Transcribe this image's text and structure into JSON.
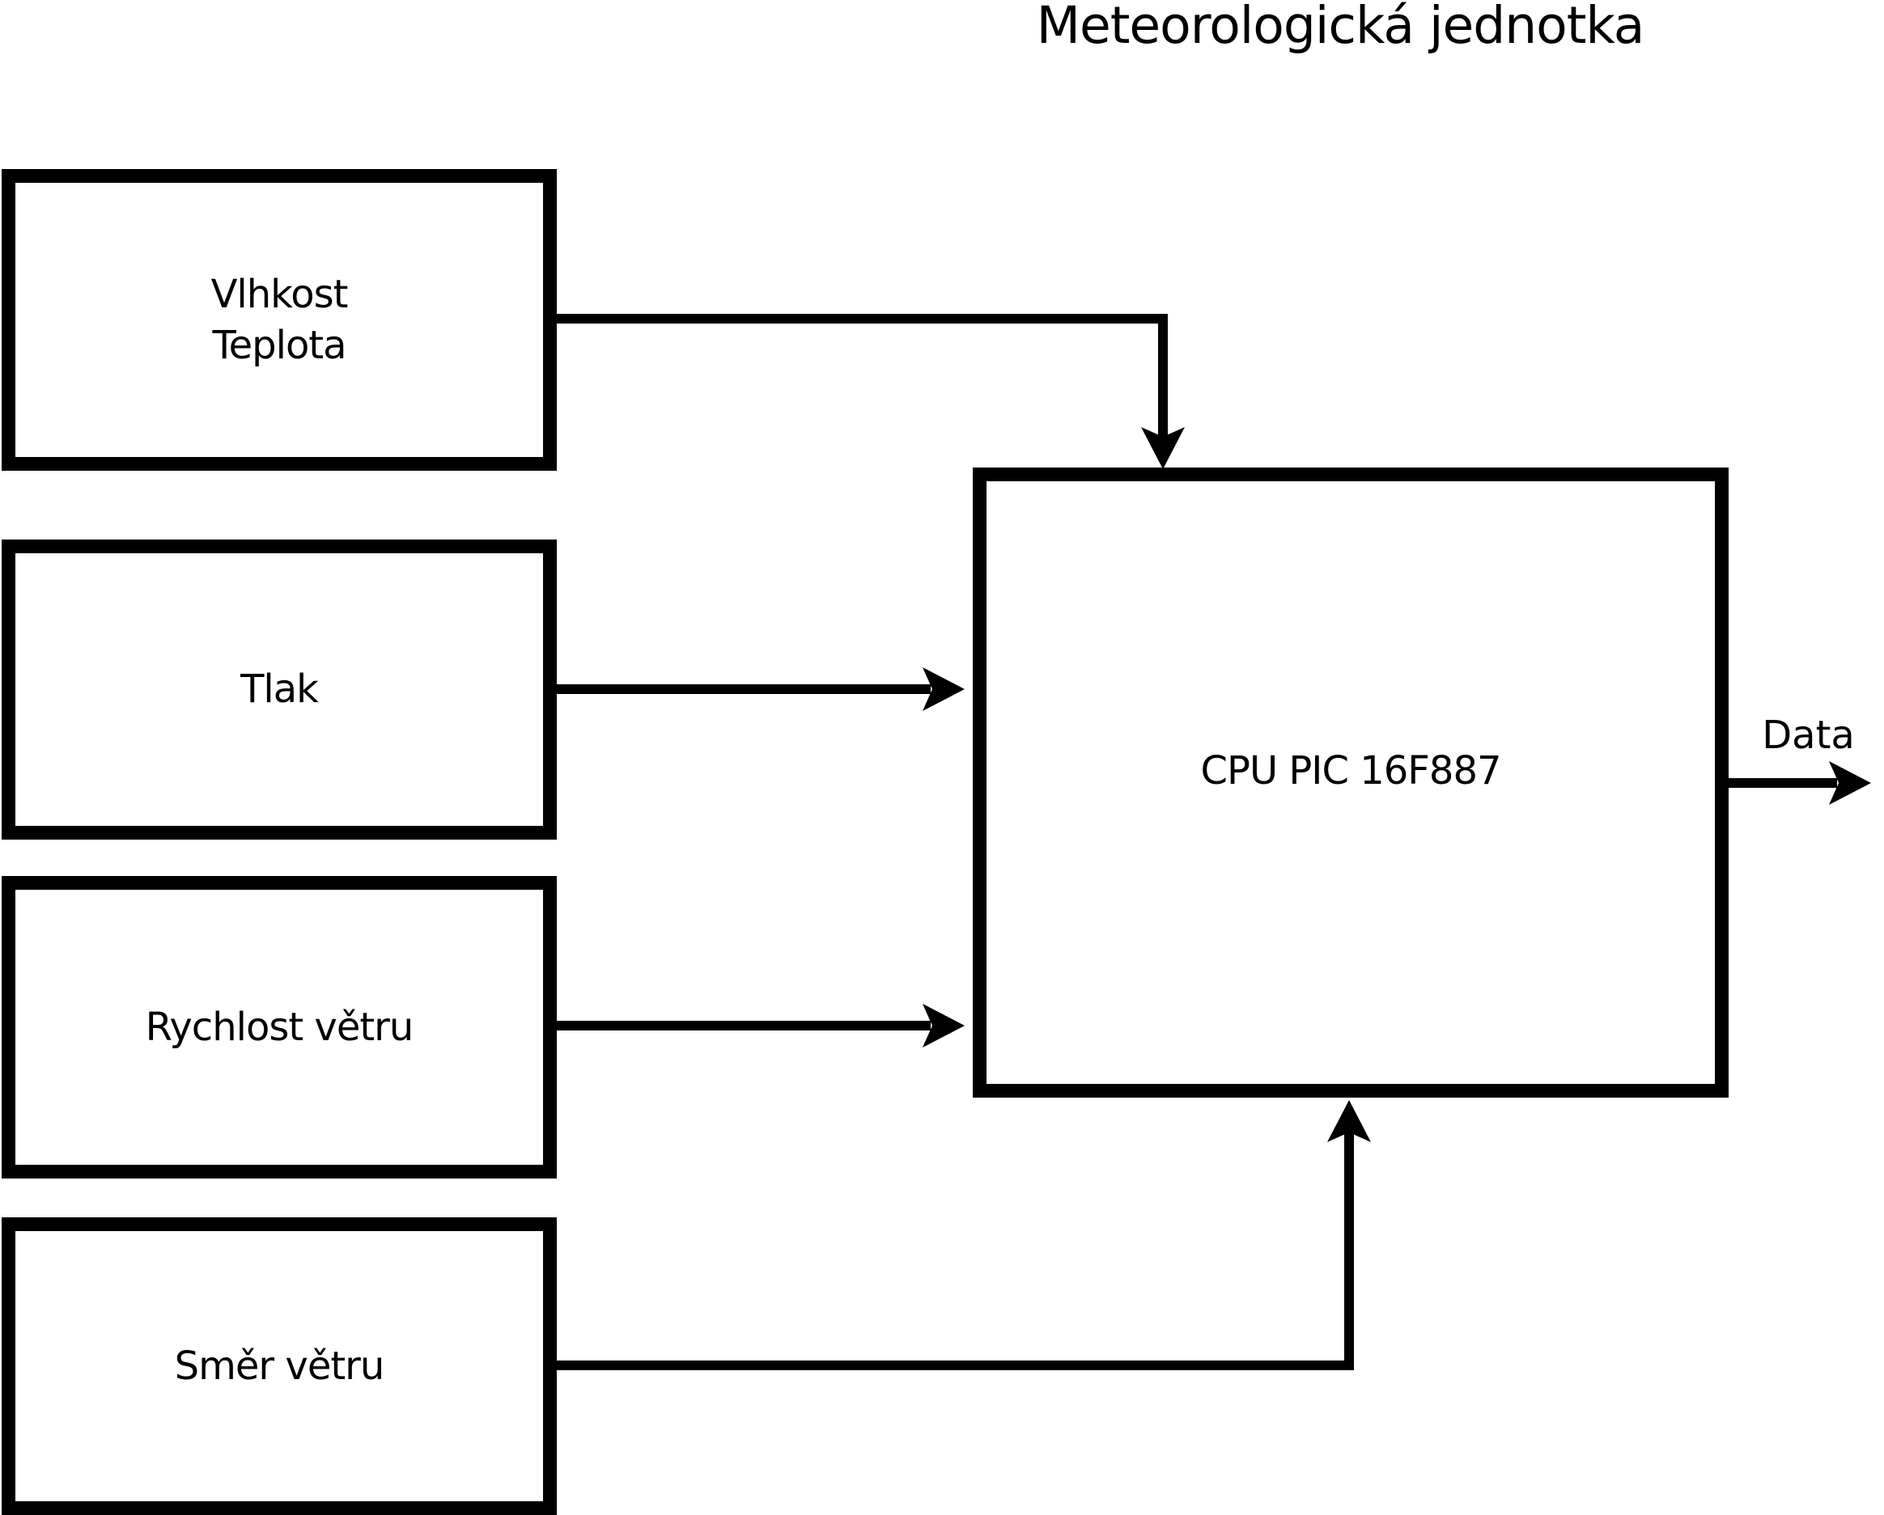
{
  "title": "Meteorologická jednotka",
  "colors": {
    "ink": "#000000",
    "background": "#ffffff"
  },
  "input_boxes": [
    {
      "id": "vlhkost-teplota",
      "label": "Vlhkost\nTeplota"
    },
    {
      "id": "tlak",
      "label": "Tlak"
    },
    {
      "id": "rychlost-vetru",
      "label": "Rychlost větru"
    },
    {
      "id": "smer-vetru",
      "label": "Směr větru"
    }
  ],
  "cpu_box": {
    "label": "CPU PIC 16F887"
  },
  "output": {
    "label": "Data"
  },
  "connections": [
    {
      "from": "Vlhkost Teplota",
      "to": "CPU PIC 16F887",
      "enters": "top"
    },
    {
      "from": "Tlak",
      "to": "CPU PIC 16F887",
      "enters": "left"
    },
    {
      "from": "Rychlost větru",
      "to": "CPU PIC 16F887",
      "enters": "left"
    },
    {
      "from": "Směr větru",
      "to": "CPU PIC 16F887",
      "enters": "bottom"
    },
    {
      "from": "CPU PIC 16F887",
      "to": "Data",
      "exits": "right"
    }
  ]
}
